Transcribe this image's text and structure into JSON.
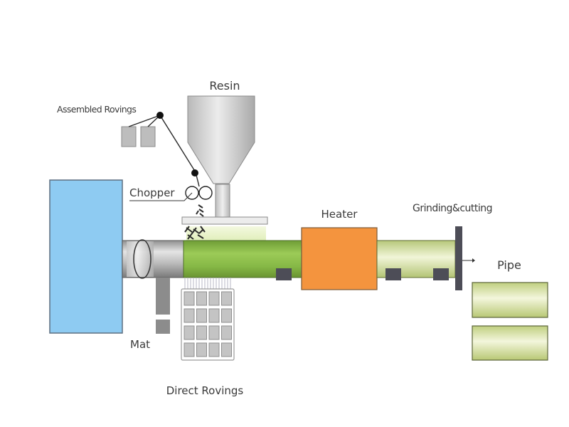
{
  "diagram": {
    "title": "FRP Pipe Pultrusion / Winding Process",
    "labels": {
      "resin": "Resin",
      "assembled_rovings": "Assembled Rovings",
      "chopper": "Chopper",
      "heater": "Heater",
      "grinding_cutting": "Grinding&cutting",
      "pipe": "Pipe",
      "mat": "Mat",
      "direct_rovings": "Direct Rovings"
    },
    "components": [
      {
        "id": "mandrel-drive",
        "name": "Mandrel drive unit",
        "color": "#8ecbf2"
      },
      {
        "id": "mandrel",
        "name": "Mandrel",
        "color": "#b8b8b8"
      },
      {
        "id": "wet-pipe",
        "name": "Resin-impregnated tube",
        "color": "#8cbf4a"
      },
      {
        "id": "heater",
        "name": "Heater",
        "color": "#f4943e"
      },
      {
        "id": "cured-pipe",
        "name": "Cured tube",
        "color": "#d6e3a6"
      },
      {
        "id": "cutter",
        "name": "Grinding & cutting blade",
        "color": "#4d4d57"
      },
      {
        "id": "resin-hopper",
        "name": "Resin hopper",
        "color": "#c9c9c9"
      },
      {
        "id": "roving-spools",
        "name": "Assembled roving spools",
        "count": 2
      },
      {
        "id": "direct-roving-creel",
        "name": "Direct roving creel",
        "rows": 4,
        "cols": 4
      },
      {
        "id": "mat-roll",
        "name": "Mat"
      },
      {
        "id": "finished-pipes",
        "name": "Finished pipe sections",
        "count": 2
      }
    ],
    "flow": [
      "Assembled Rovings",
      "Chopper",
      "Resin",
      "Mat",
      "Direct Rovings",
      "Heater",
      "Grinding&cutting",
      "Pipe"
    ]
  }
}
